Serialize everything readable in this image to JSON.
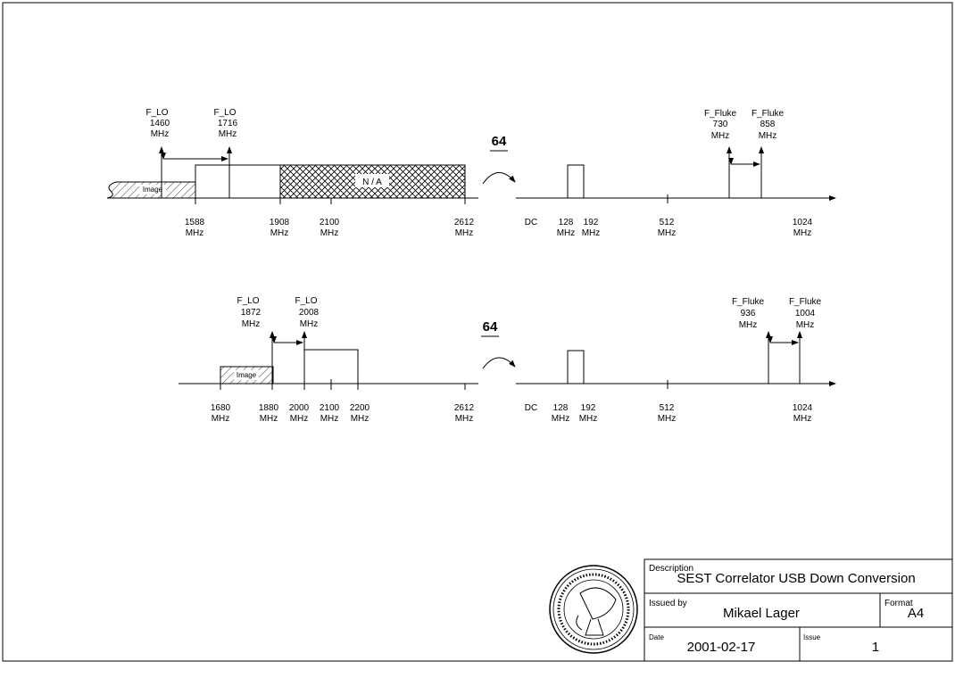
{
  "divisor": "64",
  "diagram1": {
    "lo_marks": [
      {
        "name": "F_LO",
        "value": "1460",
        "unit": "MHz"
      },
      {
        "name": "F_LO",
        "value": "1716",
        "unit": "MHz"
      }
    ],
    "fluke_marks": [
      {
        "name": "F_Fluke",
        "value": "730",
        "unit": "MHz"
      },
      {
        "name": "F_Fluke",
        "value": "858",
        "unit": "MHz"
      }
    ],
    "image_label": "Image",
    "na_label": "N / A",
    "rf_ticks": [
      {
        "value": "1588",
        "unit": "MHz"
      },
      {
        "value": "1908",
        "unit": "MHz"
      },
      {
        "value": "2100",
        "unit": "MHz"
      },
      {
        "value": "2612",
        "unit": "MHz"
      }
    ],
    "if_ticks": [
      {
        "value": "DC",
        "unit": ""
      },
      {
        "value": "128",
        "unit": "MHz"
      },
      {
        "value": "192",
        "unit": "MHz"
      },
      {
        "value": "512",
        "unit": "MHz"
      },
      {
        "value": "1024",
        "unit": "MHz"
      }
    ]
  },
  "diagram2": {
    "lo_marks": [
      {
        "name": "F_LO",
        "value": "1872",
        "unit": "MHz"
      },
      {
        "name": "F_LO",
        "value": "2008",
        "unit": "MHz"
      }
    ],
    "fluke_marks": [
      {
        "name": "F_Fluke",
        "value": "936",
        "unit": "MHz"
      },
      {
        "name": "F_Fluke",
        "value": "1004",
        "unit": "MHz"
      }
    ],
    "image_label": "Image",
    "rf_ticks": [
      {
        "value": "1680",
        "unit": "MHz"
      },
      {
        "value": "1880",
        "unit": "MHz"
      },
      {
        "value": "2000",
        "unit": "MHz"
      },
      {
        "value": "2100",
        "unit": "MHz"
      },
      {
        "value": "2200",
        "unit": "MHz"
      },
      {
        "value": "2612",
        "unit": "MHz"
      }
    ],
    "if_ticks": [
      {
        "value": "DC",
        "unit": ""
      },
      {
        "value": "128",
        "unit": "MHz"
      },
      {
        "value": "192",
        "unit": "MHz"
      },
      {
        "value": "512",
        "unit": "MHz"
      },
      {
        "value": "1024",
        "unit": "MHz"
      }
    ]
  },
  "title_block": {
    "description_label": "Description",
    "description": "SEST Correlator USB Down Conversion",
    "issued_by_label": "Issued by",
    "issued_by": "Mikael Lager",
    "format_label": "Format",
    "format": "A4",
    "date_label": "Date",
    "date": "2001-02-17",
    "issue_label": "Issue",
    "issue": "1"
  }
}
